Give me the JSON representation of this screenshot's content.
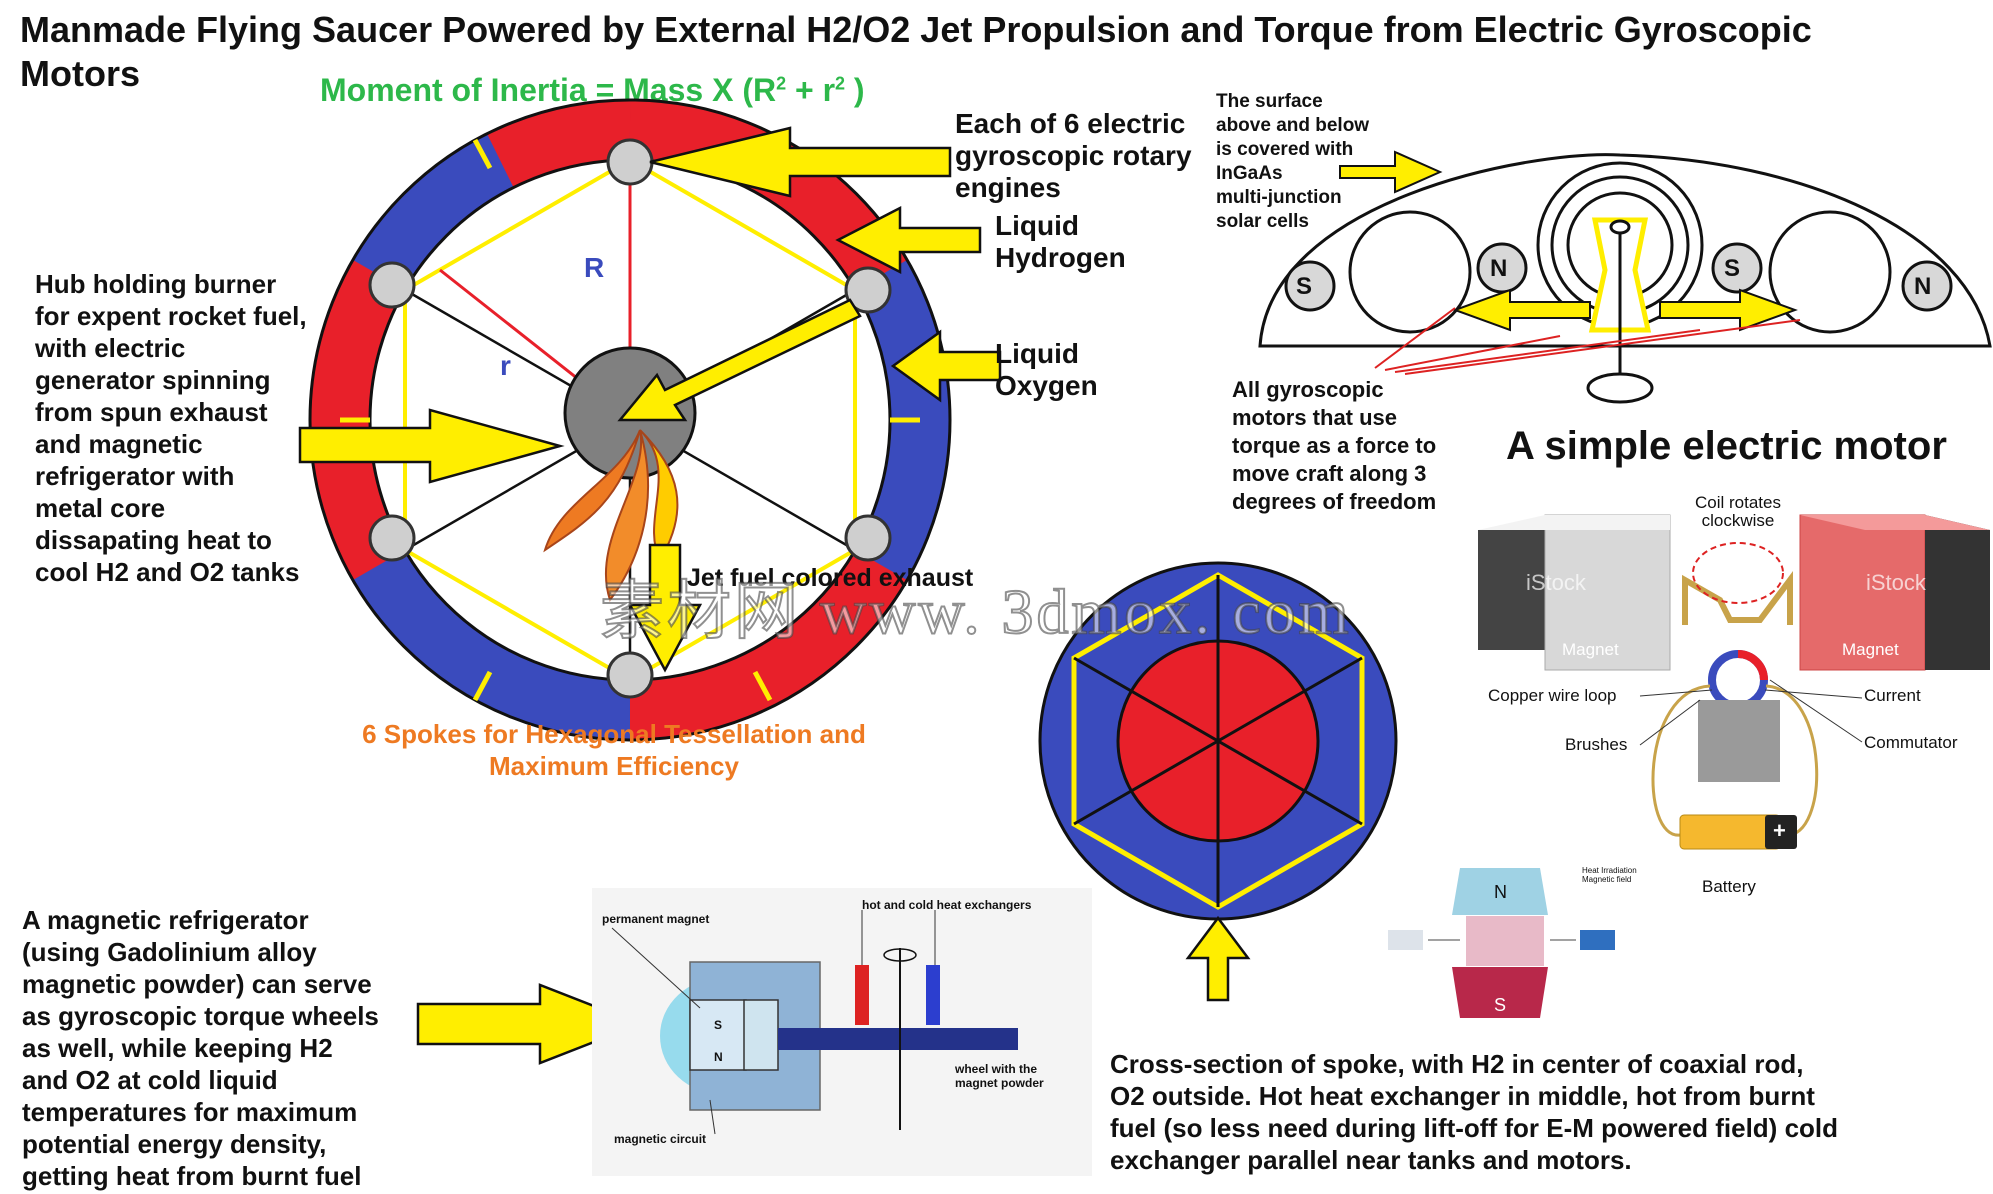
{
  "title": "Manmade Flying Saucer Powered by External H2/O2 Jet Propulsion and Torque from Electric Gyroscopic Motors",
  "formula": {
    "prefix": "Moment of Inertia = Mass X (R",
    "sup1": "2",
    "plus": " + r",
    "sup2": "2",
    "suffix": " )"
  },
  "wheel": {
    "R_label": "R",
    "r_label": "r",
    "exhaust_label": "Jet fuel colored exhaust",
    "caption_line1": "6 Spokes for Hexagonal Tessellation and",
    "caption_line2": "Maximum Efficiency",
    "colors": {
      "ring_red": "#e8202a",
      "ring_blue": "#3a4bbd",
      "yellow": "#ffee00",
      "hub": "#808080",
      "orange": "#ee7a22"
    }
  },
  "labels": {
    "engines": [
      "Each of 6 electric",
      "gyroscopic rotary",
      "engines"
    ],
    "hydrogen": [
      "Liquid",
      "Hydrogen"
    ],
    "oxygen": [
      "Liquid",
      "Oxygen"
    ],
    "hub": [
      "Hub holding burner",
      "for expent rocket fuel,",
      "with electric",
      "generator spinning",
      "from spun exhaust",
      "and magnetic",
      "refrigerator with",
      "metal core",
      "dissapating heat to",
      "cool H2 and O2 tanks"
    ],
    "surface": [
      "The surface",
      "above and below",
      "is covered with",
      "InGaAs",
      "multi-junction",
      "solar cells"
    ],
    "gyro_motors": [
      "All gyroscopic",
      "motors that use",
      "torque as a force to",
      "move craft along 3",
      "degrees of freedom"
    ],
    "fridge": [
      "A magnetic refrigerator",
      "(using Gadolinium alloy",
      "magnetic powder) can serve",
      "as gyroscopic torque wheels",
      "as well, while keeping H2",
      "and O2 at cold liquid",
      "temperatures for maximum",
      "potential energy density,",
      "getting heat from burnt fuel"
    ],
    "cross_section": [
      "Cross-section of spoke, with H2 in center of coaxial rod,",
      "O2 outside. Hot heat exchanger in middle, hot from burnt",
      "fuel (so less need during lift-off for E-M powered field) cold",
      "exchanger parallel near tanks and motors."
    ]
  },
  "saucer": {
    "poles": [
      "S",
      "N",
      "S",
      "N"
    ]
  },
  "motor": {
    "title": "A simple electric motor",
    "coil": [
      "Coil rotates",
      "clockwise"
    ],
    "magnet_left": "Magnet",
    "magnet_right": "Magnet",
    "copper": "Copper wire loop",
    "current": "Current",
    "brushes": "Brushes",
    "commutator": "Commutator",
    "battery": "Battery",
    "battery_plus": "+",
    "stock": "iStock"
  },
  "fridge_diagram": {
    "permanent_magnet": "permanent magnet",
    "exchangers": "hot and cold heat exchangers",
    "wheel": [
      "wheel with the",
      "magnet powder"
    ],
    "circuit": "magnetic circuit",
    "s": "S",
    "n": "N"
  },
  "magnet_icon": {
    "n": "N",
    "s": "S",
    "legend1": "Heat Irradiation",
    "legend2": "Magnetic field"
  },
  "watermark": "素材网 www. 3dmox. com"
}
